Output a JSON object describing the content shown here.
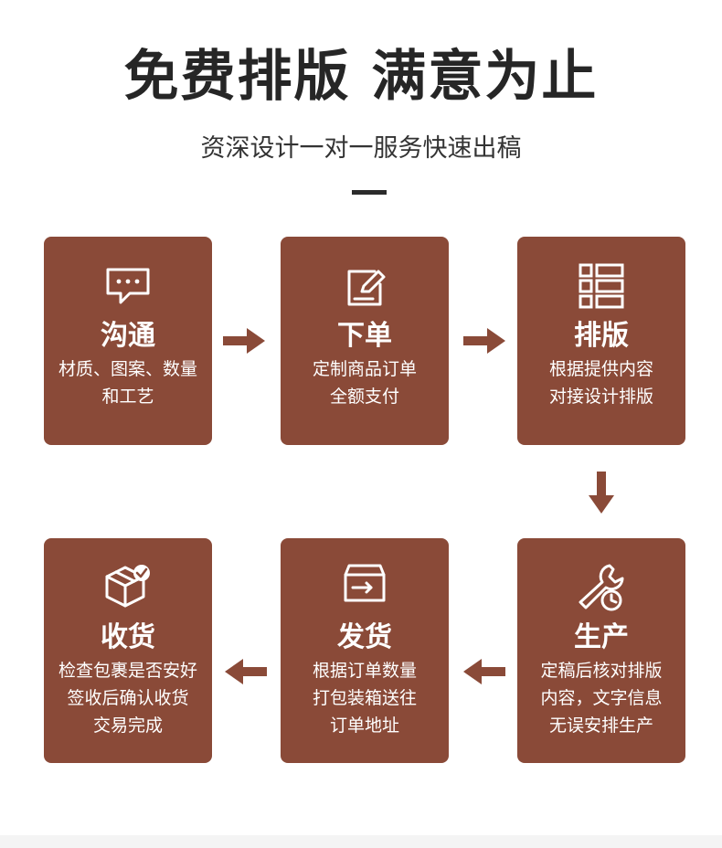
{
  "title": "免费排版 满意为止",
  "subtitle": "资深设计一对一服务快速出稿",
  "colors": {
    "card": "#8a4a38",
    "arrow": "#8a4a38",
    "title": "#262626"
  },
  "steps": [
    {
      "name": "沟通",
      "icon": "chat-bubble-icon",
      "lines": [
        "材质、图案、数量",
        "和工艺"
      ]
    },
    {
      "name": "下单",
      "icon": "edit-note-icon",
      "lines": [
        "定制商品订单",
        "全额支付"
      ]
    },
    {
      "name": "排版",
      "icon": "layout-grid-icon",
      "lines": [
        "根据提供内容",
        "对接设计排版"
      ]
    },
    {
      "name": "生产",
      "icon": "wrench-clock-icon",
      "lines": [
        "定稿后核对排版",
        "内容，文字信息",
        "无误安排生产"
      ]
    },
    {
      "name": "发货",
      "icon": "delivery-box-icon",
      "lines": [
        "根据订单数量",
        "打包装箱送往",
        "订单地址"
      ]
    },
    {
      "name": "收货",
      "icon": "package-check-icon",
      "lines": [
        "检查包裹是否安好",
        "签收后确认收货",
        "交易完成"
      ]
    }
  ]
}
